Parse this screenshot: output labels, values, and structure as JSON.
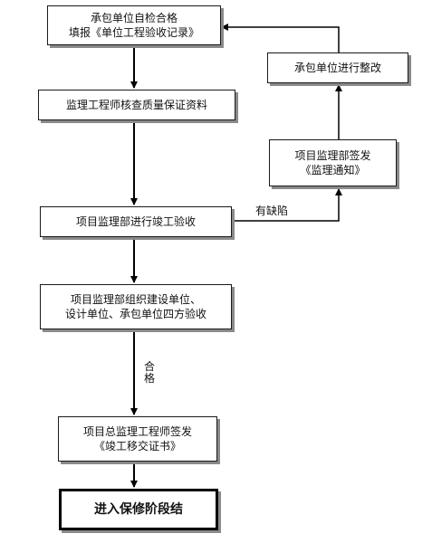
{
  "nodes": {
    "self_check": {
      "line1": "承包单位自检合格",
      "line2": "填报《单位工程验收记录》"
    },
    "rectify": {
      "line1": "承包单位进行整改"
    },
    "review_docs": {
      "line1": "监理工程师核查质量保证资料"
    },
    "notice": {
      "line1": "项目监理部签发",
      "line2": "《监理通知》"
    },
    "completion_check": {
      "line1": "项目监理部进行竣工验收"
    },
    "four_party": {
      "line1": "项目监理部组织建设单位、",
      "line2": "设计单位、承包单位四方验收"
    },
    "certificate": {
      "line1": "项目总监理工程师签发",
      "line2": "《竣工移交证书》"
    },
    "warranty": {
      "line1": "进入保修阶段结"
    }
  },
  "edge_labels": {
    "defects": "有缺陷",
    "qualified_char1": "合",
    "qualified_char2": "格"
  }
}
